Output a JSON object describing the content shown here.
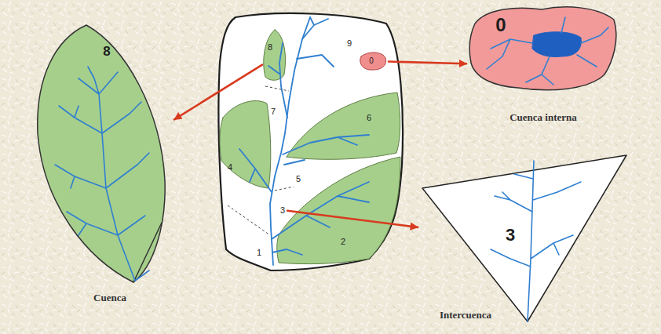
{
  "diagram": {
    "nodes": [
      {
        "text": [
          "8",
          "Cuenca"
        ]
      },
      {
        "text": [
          "8"
        ]
      },
      {
        "text": [
          "9"
        ]
      },
      {
        "text": [
          "0"
        ]
      },
      {
        "text": [
          "7"
        ]
      },
      {
        "text": [
          "6"
        ]
      },
      {
        "text": [
          "4"
        ]
      },
      {
        "text": [
          "5"
        ]
      },
      {
        "text": [
          "3"
        ]
      },
      {
        "text": [
          "2"
        ]
      },
      {
        "text": [
          "1"
        ]
      },
      {
        "text": [
          "0",
          "Cuenca interna"
        ]
      },
      {
        "text": [
          "3",
          "Intercuenca"
        ]
      }
    ],
    "edges": [
      {
        "from": 1,
        "to": 0,
        "arrow": "to"
      },
      {
        "from": 3,
        "to": 11,
        "arrow": "to"
      },
      {
        "from": 8,
        "to": 12,
        "arrow": "to"
      }
    ]
  }
}
